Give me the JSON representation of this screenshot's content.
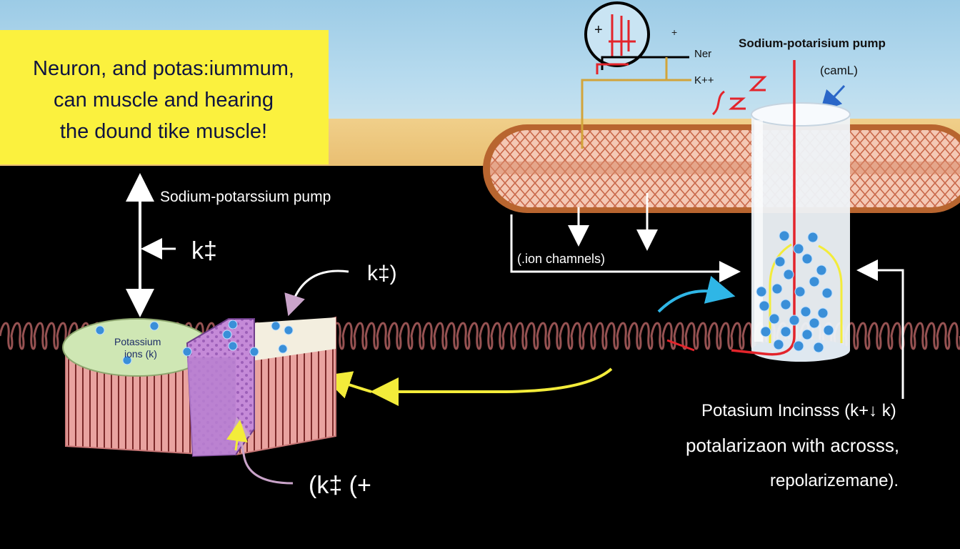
{
  "headline": {
    "lines": [
      "Neuron, and potas:iummum,",
      "can muscle and hearing",
      "the dound tike muscle!"
    ]
  },
  "labels": {
    "top_right_title": "Sodium-potarisium pump",
    "top_right_note": "(camL)",
    "legend_ner": "Ner",
    "legend_k": "K++",
    "left_pump_title": "Sodium-potarssium pump",
    "left_k_arrow": "k‡",
    "k_callout": "k‡)",
    "potassium_ions_line1": "Potassium",
    "potassium_ions_line2": "ions (k)",
    "ion_channels": "(.ion chamnels)",
    "bottom_k": "(k‡  (+",
    "caption_line1": "Potasium Incinsss (k+↓ k)",
    "caption_line2": "potalarizaon with acrosss,",
    "caption_line3": "repolarizemane)."
  },
  "colors": {
    "headline_bg": "#fbf13e",
    "membrane": "#d98a6a",
    "ion": "#3a8fd8",
    "signal_red": "#e3242b",
    "arrow_yellow": "#f3ec3a",
    "pump_purple": "#b880d0"
  }
}
